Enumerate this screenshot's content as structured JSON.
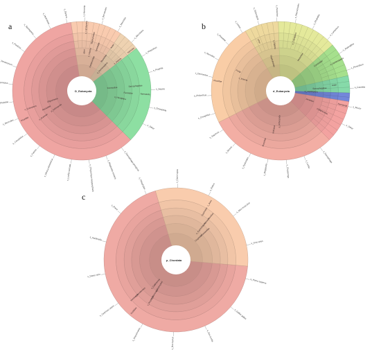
{
  "figure": {
    "panels": [
      {
        "letter": "a",
        "center_label": "D_Eukaryota",
        "labels": [
          "p_Arthropoda",
          "c_Insecta",
          "o_Diptera",
          "Sarcophagidae",
          "Phoridae",
          "Calliphoridae",
          "Muscidae",
          "Fanniidae",
          "o_Coleoptera",
          "o_Lepidoptera",
          "o_Hymenoptera",
          "o_Hemiptera",
          "o_Araneae",
          "Staphylinidae",
          "Silphidae",
          "Formicidae",
          "Noctuidae",
          "Lycosidae",
          "Acari",
          "Nematoda",
          "Oligochaeta",
          "other"
        ],
        "out_labels": [
          "s_Sarcophaga peregrina",
          "s_Megaselia scalaris",
          "s_Chrysomya megacephala",
          "s_Lucilia sericata",
          "s_Musca domestica",
          "s_Fannia",
          "s_Creophilus",
          "s_Necrodes",
          "s_Pheidole",
          "s_Camponotus",
          "s_Tetramorium",
          "s_Pardosa",
          "s_Spodoptera",
          "s_Hydrotaea",
          "s_Ophyra",
          "s_Hermetia",
          "s_Dermestes",
          "s_Necrobia",
          "s_Aleochara",
          "s_Philonthus",
          "s_Piophila",
          "s_Sepsis",
          "s_Drosophila",
          "s_Other"
        ],
        "segments": [
          {
            "value": 60,
            "color": "#e39c9a"
          },
          {
            "value": 12,
            "color": "#ecc0a6"
          },
          {
            "value": 5,
            "color": "#e2c7a8"
          },
          {
            "value": 23,
            "color": "#86d39a"
          }
        ]
      },
      {
        "letter": "b",
        "center_label": "d_Eukaryota",
        "labels": [
          "p_Arthropoda",
          "c_Insecta",
          "o_Diptera",
          "o_Coleoptera",
          "o_Hymenoptera",
          "o_Lepidoptera",
          "Sarcophagidae",
          "Calliphoridae",
          "Muscidae",
          "Phoridae",
          "Staphylinidae",
          "Histeridae",
          "Formicidae",
          "Acari",
          "Nematoda",
          "Annelida",
          "Mollusca",
          "Fungi",
          "other"
        ],
        "out_labels": [
          "s_Sarcophaga",
          "s_Lucilia",
          "s_Chrysomya",
          "s_Megaselia",
          "s_Hydrotaea",
          "s_Musca",
          "s_Saprinus",
          "s_Creophilus",
          "s_Philonthus",
          "s_Dermestes",
          "s_Necrobia",
          "s_Pheidole",
          "s_Lasius",
          "s_Solenopsis",
          "s_Parasitus",
          "s_Macrocheles",
          "s_Rhabditis",
          "s_Lumbricus",
          "s_Aspergillus",
          "s_Penicillium",
          "s_Candida",
          "s_Mucor",
          "s_Other"
        ],
        "segments": [
          {
            "value": 30,
            "color": "#e6a59b"
          },
          {
            "value": 24,
            "color": "#ecc29d"
          },
          {
            "value": 8,
            "color": "#e2ce96"
          },
          {
            "value": 14,
            "color": "#d8dd93"
          },
          {
            "value": 8,
            "color": "#9dd486"
          },
          {
            "value": 4,
            "color": "#7fcfa0"
          },
          {
            "value": 2,
            "color": "#6d80cf"
          },
          {
            "value": 10,
            "color": "#e69a98"
          }
        ]
      },
      {
        "letter": "c",
        "center_label": "p_Chordata",
        "labels": [
          "c_Actinopteri",
          "o_Cypriniformes",
          "o_Perciformes",
          "Cyprinidae",
          "Cichlidae",
          "Clupeidae",
          "c_Mammalia",
          "o_Primates",
          "Hominidae",
          "c_Aves",
          "o_Galliformes",
          "Phasianidae",
          "c_Amphibia",
          "Ranidae"
        ],
        "out_labels": [
          "s_Homo sapiens",
          "s_Gallus gallus",
          "s_Sus scrofa",
          "s_Bos taurus",
          "s_Oreochromis",
          "s_Cyprinus carpio",
          "s_Danio rerio",
          "s_Sardinella",
          "s_Rana",
          "s_Pelophylax",
          "s_Canis lupus",
          "s_Rattus",
          "s_Mus musculus",
          "s_Ovis aries"
        ],
        "segments": [
          {
            "value": 69,
            "color": "#e3a19b"
          },
          {
            "value": 31,
            "color": "#ecc1a4"
          }
        ]
      }
    ]
  }
}
